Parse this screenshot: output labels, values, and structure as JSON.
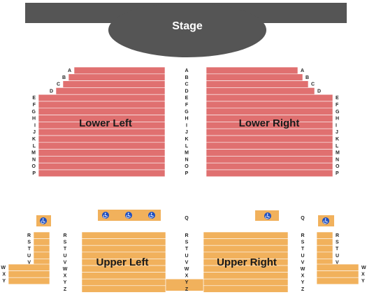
{
  "stage": {
    "label": "Stage"
  },
  "colors": {
    "stage": "#555555",
    "lower": "#e07070",
    "upper": "#f1b15c",
    "row_line": "#ffffff",
    "accessible": "#1f4fc0",
    "text": "#222222"
  },
  "sections": {
    "lower_left": {
      "label": "Lower Left"
    },
    "lower_right": {
      "label": "Lower Right"
    },
    "upper_left": {
      "label": "Upper Left"
    },
    "upper_right": {
      "label": "Upper Right"
    }
  },
  "lower_rows": [
    "A",
    "B",
    "C",
    "D",
    "E",
    "F",
    "G",
    "H",
    "I",
    "J",
    "K",
    "L",
    "M",
    "N",
    "O",
    "P"
  ],
  "center_lower_rows": [
    "A",
    "B",
    "C",
    "D",
    "E",
    "F",
    "G",
    "H",
    "I",
    "J",
    "K",
    "L",
    "M",
    "N",
    "O",
    "P"
  ],
  "upper_rows": [
    "R",
    "S",
    "T",
    "U",
    "V",
    "W",
    "X",
    "Y",
    "Z"
  ],
  "side_rows_inner": [
    "R",
    "S",
    "T",
    "U",
    "V"
  ],
  "side_rows_outer": [
    "W",
    "X",
    "Y"
  ],
  "q_label": "Q",
  "accessible_icon": "wheelchair-icon"
}
